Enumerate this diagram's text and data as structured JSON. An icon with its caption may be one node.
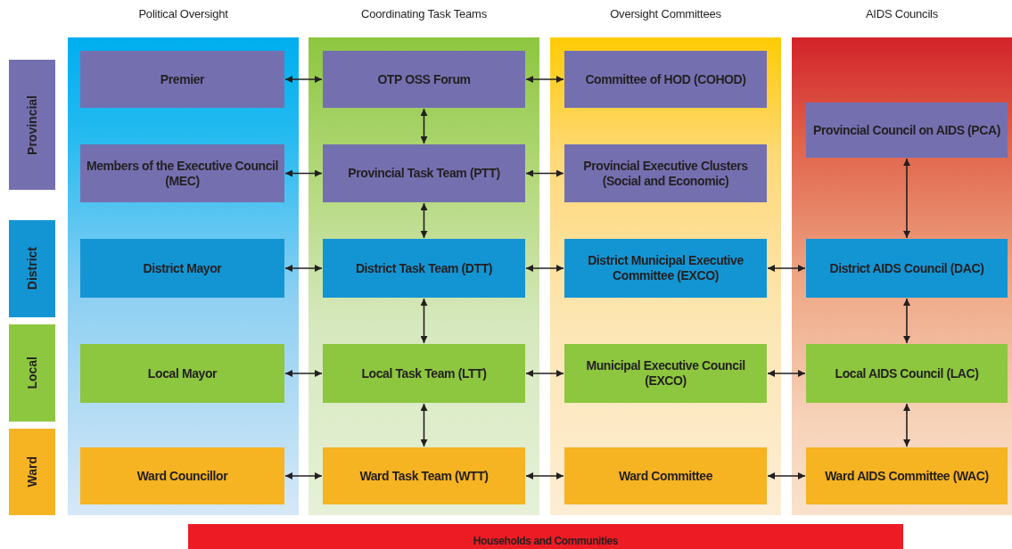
{
  "diagram": {
    "nodes": [
      {
        "text": [
          "Political Oversight"
        ]
      },
      {
        "text": [
          "Premier"
        ],
        "in": 0
      },
      {
        "text": [
          "Members of the Executive Council (MEC)"
        ],
        "in": 0
      },
      {
        "text": [
          "District Mayor"
        ],
        "in": 0
      },
      {
        "text": [
          "Local Mayor"
        ],
        "in": 0
      },
      {
        "text": [
          "Ward Councillor"
        ],
        "in": 0
      },
      {
        "text": [
          "Coordinating Task Teams"
        ]
      },
      {
        "text": [
          "OTP OSS Forum"
        ],
        "in": 6
      },
      {
        "text": [
          "Provincial Task Team (PTT)"
        ],
        "in": 6
      },
      {
        "text": [
          "District Task Team (DTT)"
        ],
        "in": 6
      },
      {
        "text": [
          "Local Task Team (LTT)"
        ],
        "in": 6
      },
      {
        "text": [
          "Ward Task Team (WTT)"
        ],
        "in": 6
      },
      {
        "text": [
          "Oversight Committees"
        ]
      },
      {
        "text": [
          "Committee of HOD (COHOD)"
        ],
        "in": 12
      },
      {
        "text": [
          "Provincial Executive Clusters (Social and Economic)"
        ],
        "in": 12
      },
      {
        "text": [
          "District Municipal Executive Committee (EXCO)"
        ],
        "in": 12
      },
      {
        "text": [
          "Municipal Executive Council (EXCO)"
        ],
        "in": 12
      },
      {
        "text": [
          "Ward Committee"
        ],
        "in": 12
      },
      {
        "text": [
          "AIDS Councils"
        ]
      },
      {
        "text": [
          "Provincial Council on AIDS (PCA)"
        ],
        "in": 18
      },
      {
        "text": [
          "District AIDS Council (DAC)"
        ],
        "in": 18
      },
      {
        "text": [
          "Local AIDS Council (LAC)"
        ],
        "in": 18
      },
      {
        "text": [
          "Ward AIDS Committee (WAC)"
        ],
        "in": 18
      },
      {
        "text": [
          "Provincial"
        ]
      },
      {
        "text": [
          "District"
        ]
      },
      {
        "text": [
          "Local"
        ]
      },
      {
        "text": [
          "Ward"
        ]
      },
      {
        "text": [
          "Households and Communities"
        ]
      }
    ],
    "edges": [
      {
        "from": 1,
        "to": 7,
        "arrow": "both"
      },
      {
        "from": 7,
        "to": 13,
        "arrow": "both"
      },
      {
        "from": 7,
        "to": 8,
        "arrow": "both"
      },
      {
        "from": 2,
        "to": 8,
        "arrow": "both"
      },
      {
        "from": 8,
        "to": 14,
        "arrow": "both"
      },
      {
        "from": 8,
        "to": 9,
        "arrow": "both"
      },
      {
        "from": 19,
        "to": 20,
        "arrow": "both"
      },
      {
        "from": 3,
        "to": 9,
        "arrow": "both"
      },
      {
        "from": 9,
        "to": 15,
        "arrow": "both"
      },
      {
        "from": 15,
        "to": 20,
        "arrow": "both"
      },
      {
        "from": 9,
        "to": 10,
        "arrow": "both"
      },
      {
        "from": 20,
        "to": 21,
        "arrow": "both"
      },
      {
        "from": 4,
        "to": 10,
        "arrow": "both"
      },
      {
        "from": 10,
        "to": 16,
        "arrow": "both"
      },
      {
        "from": 16,
        "to": 21,
        "arrow": "both"
      },
      {
        "from": 10,
        "to": 11,
        "arrow": "both"
      },
      {
        "from": 21,
        "to": 22,
        "arrow": "both"
      },
      {
        "from": 5,
        "to": 11,
        "arrow": "both"
      },
      {
        "from": 11,
        "to": 17,
        "arrow": "both"
      },
      {
        "from": 17,
        "to": 22,
        "arrow": "both"
      }
    ]
  }
}
